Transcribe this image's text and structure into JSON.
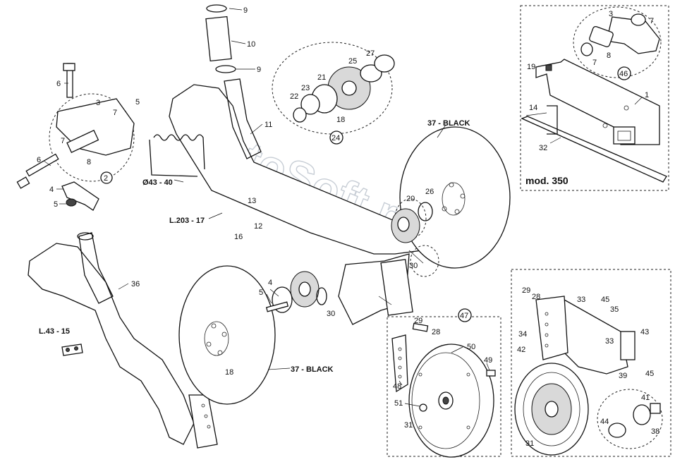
{
  "watermark": "AutoSoft.ru",
  "boxes": {
    "mod350": {
      "title": "mod. 350"
    },
    "callout_47": "47"
  },
  "disc_labels": {
    "upper": "37 - BLACK",
    "lower": "37 - BLACK"
  },
  "ref_labels": {
    "l203": "L.203 - 17",
    "l43": "L.43 - 15",
    "spring": "Ø43 - 40"
  },
  "circled": {
    "c2": "2",
    "c24": "24",
    "c46": "46",
    "c47": "47"
  },
  "parts": {
    "p9a": "9",
    "p10": "10",
    "p9b": "9",
    "p11": "11",
    "p6a": "6",
    "p3a": "3",
    "p5a": "5",
    "p7a": "7",
    "p7b": "7",
    "p8a": "8",
    "p6b": "6",
    "p4a": "4",
    "p5b": "5",
    "p25": "25",
    "p27": "27",
    "p21": "21",
    "p23": "23",
    "p22": "22",
    "p18a": "18",
    "p13": "13",
    "p12": "12",
    "p16": "16",
    "p20": "20",
    "p26": "26",
    "p30a": "30",
    "p36": "36",
    "p4b": "4",
    "p5c": "5",
    "p30b": "30",
    "p15": "",
    "p18b": "18",
    "p29a": "29",
    "p28a": "28",
    "p50": "50",
    "p49": "49",
    "p48": "48",
    "p51": "51",
    "p31a": "31",
    "p3b": "3",
    "p7c": "7",
    "p8b": "8",
    "p7d": "7",
    "p19": "19",
    "p14": "14",
    "p1": "1",
    "p32": "32",
    "p29b": "29",
    "p28b": "28",
    "p33a": "33",
    "p45a": "45",
    "p35": "35",
    "p34": "34",
    "p43": "43",
    "p33b": "33",
    "p42": "42",
    "p45b": "45",
    "p39": "39",
    "p41": "41",
    "p44": "44",
    "p38": "38",
    "p31b": "31"
  }
}
